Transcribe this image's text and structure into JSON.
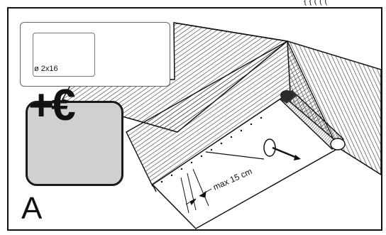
{
  "nail_label": "ø 2x16",
  "badge_text": "+€",
  "section_letter": "A",
  "dimension_label": "max 15 cm",
  "top_glyphs": "{ { ( ( (",
  "icons": [
    "nail-icon",
    "hammer-icon",
    "euro-badge-icon",
    "felt-roll-icon"
  ]
}
